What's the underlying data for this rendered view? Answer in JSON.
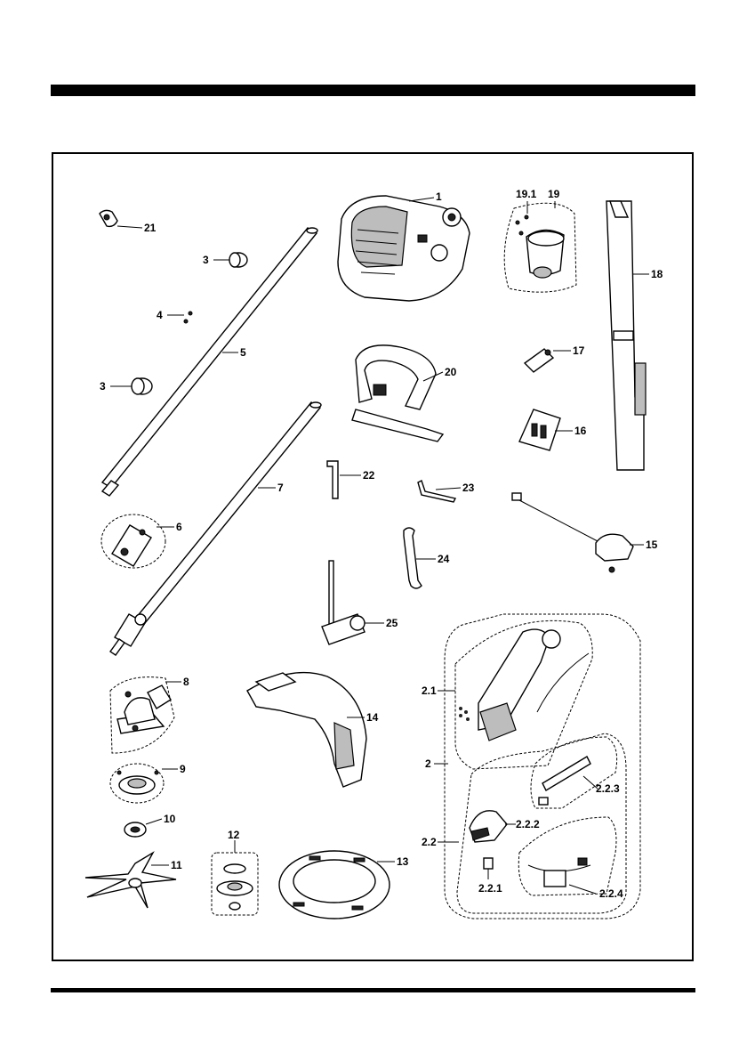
{
  "diagram": {
    "labels": [
      "1",
      "2",
      "2.1",
      "2.2",
      "2.2.1",
      "2.2.2",
      "2.2.3",
      "2.2.4",
      "3",
      "3",
      "4",
      "5",
      "6",
      "7",
      "8",
      "9",
      "10",
      "11",
      "12",
      "13",
      "14",
      "15",
      "16",
      "17",
      "18",
      "19",
      "19.1",
      "20",
      "21",
      "22",
      "23",
      "24",
      "25"
    ]
  }
}
